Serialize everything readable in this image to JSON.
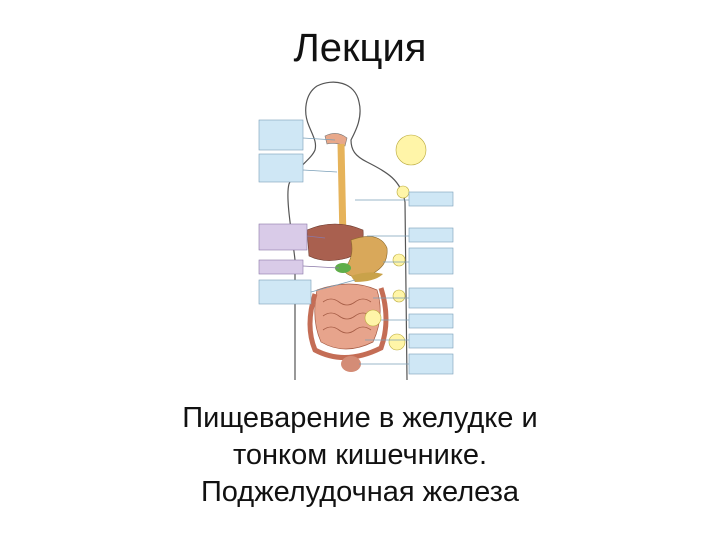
{
  "slide": {
    "title": "Лекция",
    "subtitle_lines": [
      "Пищеварение в желудке и",
      "тонком кишечнике.",
      "Поджелудочная железа"
    ]
  },
  "colors": {
    "label_box_blue": "#cfe7f5",
    "label_box_purple": "#d9cbe8",
    "label_box_yellow": "#fff5a8",
    "esophagus": "#e6b35a",
    "liver": "#a9604f",
    "stomach": "#d9a85a",
    "intestine": "#e7a48c",
    "outline": "#555555"
  }
}
